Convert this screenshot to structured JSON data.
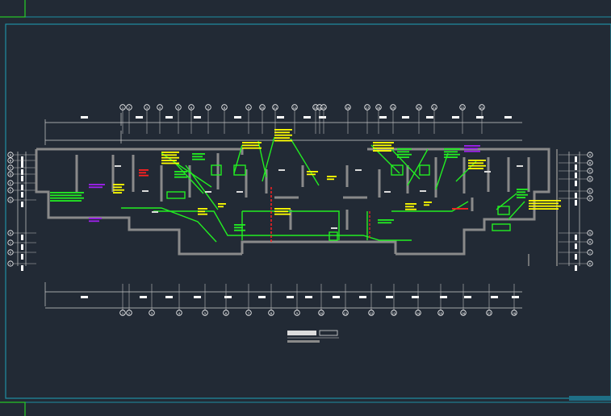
{
  "drawing": {
    "title": "",
    "subtitle": "",
    "palette": {
      "background": "#222a35",
      "border": "#1f8ea3",
      "corner_mark": "#27c427",
      "wall": "#8a8a8a",
      "duct": "#22ee22",
      "note": "#ffff00",
      "riser": "#ff2020",
      "tag": "#a020f0",
      "label_bg": "#ffffff"
    },
    "column_axes": {
      "top": [
        "1",
        "2",
        "3",
        "4",
        "5",
        "6",
        "7",
        "8",
        "9",
        "10",
        "11",
        "12",
        "13",
        "14",
        "15",
        "16",
        "17",
        "18",
        "19",
        "20",
        "21",
        "22",
        "23"
      ],
      "bottom": [
        "1",
        "2",
        "3",
        "4",
        "5",
        "6",
        "7",
        "8",
        "9",
        "10",
        "11",
        "12",
        "13",
        "14",
        "15",
        "16",
        "17",
        "18"
      ]
    },
    "row_axes": {
      "left": [
        "A",
        "B",
        "C",
        "D",
        "E",
        "F",
        "G",
        "H",
        "J",
        "K",
        "L"
      ],
      "right": [
        "A",
        "B",
        "C",
        "D",
        "E",
        "F",
        "G",
        "H",
        "J",
        "K"
      ]
    }
  }
}
